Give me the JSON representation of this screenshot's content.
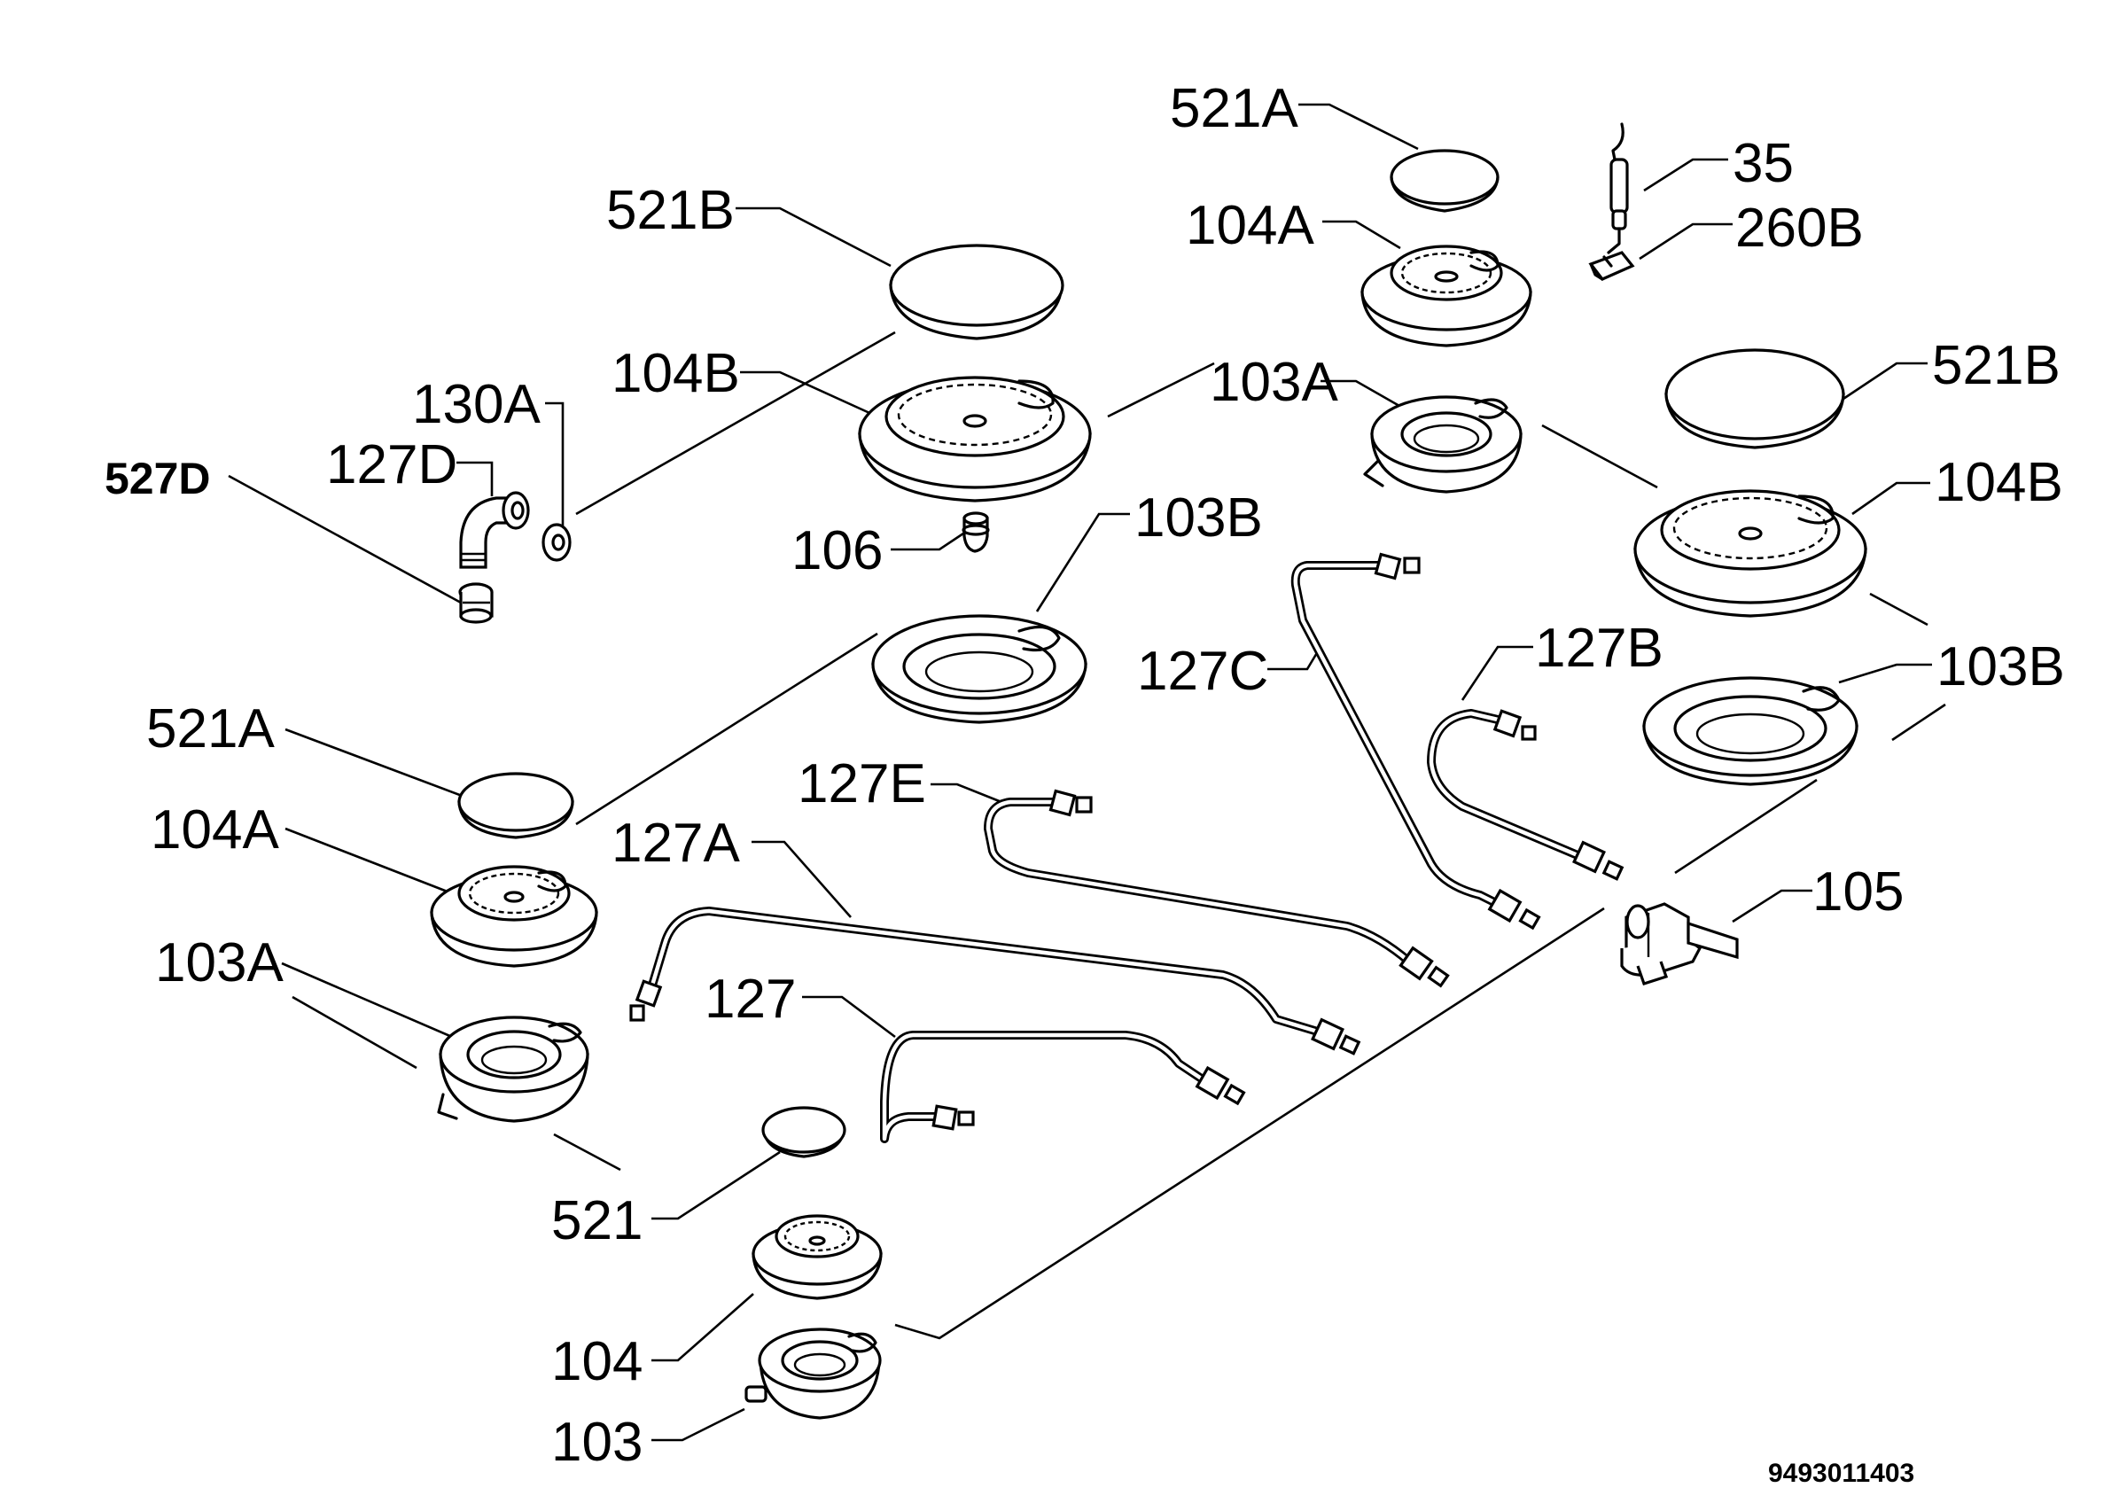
{
  "diagram": {
    "labels": {
      "l521A_top": "521A",
      "l35": "35",
      "l260B": "260B",
      "l104A_top": "104A",
      "l521B_left": "521B",
      "l104B_left": "104B",
      "l103A_mid": "103A",
      "l521B_right": "521B",
      "l104B_right": "104B",
      "l130A": "130A",
      "l127D": "127D",
      "l527D": "527D",
      "l106": "106",
      "l103B_left": "103B",
      "l127C": "127C",
      "l127B": "127B",
      "l103B_right": "103B",
      "l521A_left": "521A",
      "l104A_left": "104A",
      "l127E": "127E",
      "l127A": "127A",
      "l105": "105",
      "l103A_left": "103A",
      "l127": "127",
      "l521": "521",
      "l104": "104",
      "l103": "103"
    },
    "drawing_code": "9493011403"
  }
}
